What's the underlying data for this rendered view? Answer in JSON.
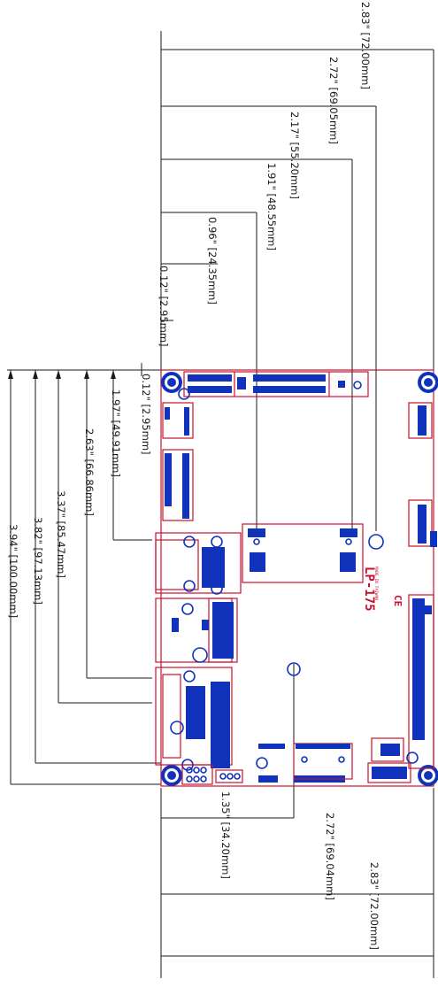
{
  "dimensions": {
    "top": [
      "2.83\" [72.00mm]",
      "2.72\" [69.05mm]",
      "2.17\" [55.20mm]",
      "1.91\" [48.55mm]",
      "0.96\" [24.35mm]",
      "0.12\" [2.95mm]"
    ],
    "left": [
      "0.12\" [2.95mm]",
      "1.97\" [49.91mm]",
      "2.63\" [66.86mm]",
      "3.37\" [85.47mm]",
      "3.82\" [97.13mm]",
      "3.94\" [100.00mm]"
    ],
    "bottom": [
      "1.35\" [34.20mm]",
      "2.72\" [69.04mm]",
      "2.83\" [72.00mm]"
    ]
  },
  "board": {
    "model": "LP-175",
    "origin": "MADE IN TAIWAN",
    "ce_mark": "CE",
    "colors": {
      "outline": "#c8102e",
      "components": "#1133bb",
      "dimension_lines": "#1a1a1a"
    }
  }
}
